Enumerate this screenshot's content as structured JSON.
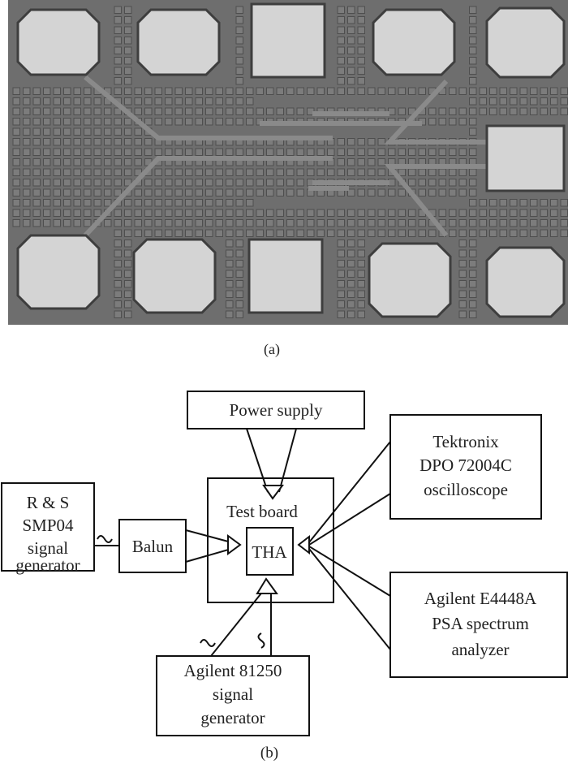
{
  "figure": {
    "panel_a": {
      "caption": "(a)",
      "description": "Die micrograph of THA chip",
      "colors": {
        "substrate": "#6e6e6e",
        "pad": "#d4d4d4",
        "fill_tile": "#7c7c7c",
        "trace": "#8a8a8a"
      }
    },
    "panel_b": {
      "caption": "(b)",
      "blocks": {
        "power_supply": {
          "label": "Power supply"
        },
        "rs_generator": {
          "lines": [
            "R & S",
            "SMP04",
            "signal",
            "generator"
          ]
        },
        "balun": {
          "label": "Balun"
        },
        "test_board": {
          "label": "Test board"
        },
        "tha": {
          "label": "THA"
        },
        "oscilloscope": {
          "lines": [
            "Tektronix",
            "DPO 72004C",
            "oscilloscope"
          ]
        },
        "spectrum_analyzer": {
          "lines": [
            "Agilent E4448A",
            "PSA spectrum",
            "analyzer"
          ]
        },
        "agilent_generator": {
          "lines": [
            "Agilent 81250",
            "signal",
            "generator"
          ]
        }
      },
      "symbols": {
        "sine": "~",
        "clock": "∽"
      }
    }
  }
}
